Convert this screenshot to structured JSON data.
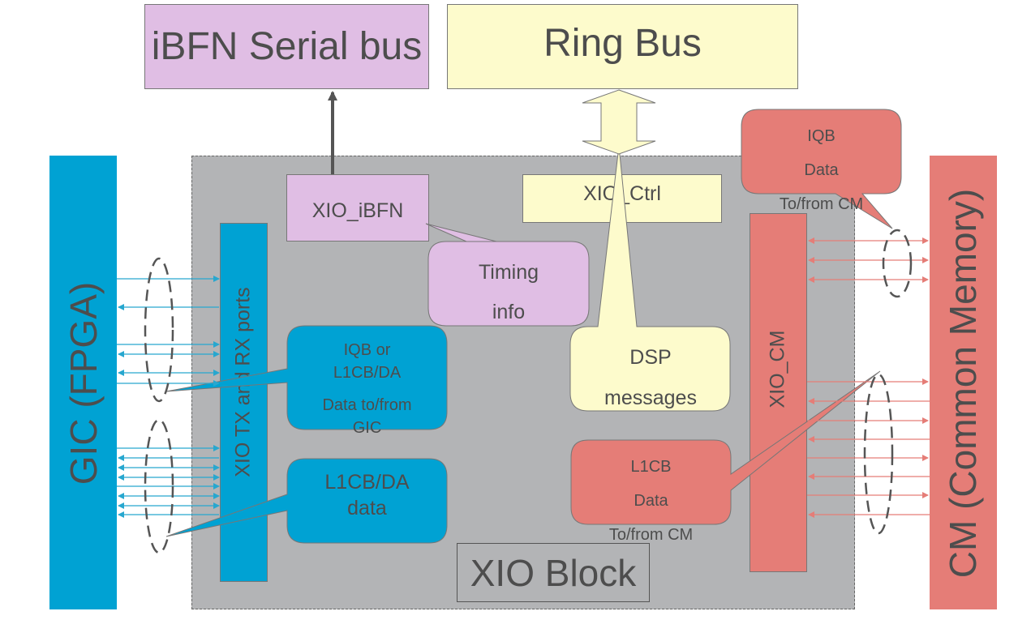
{
  "colors": {
    "ibfn": "#e0bee4",
    "ring": "#fdfbcc",
    "gic": "#00a2d3",
    "cm": "#e57d77",
    "xio_block": "#b3b4b6",
    "arrow_blue": "#27a7cf",
    "arrow_red": "#e57d77",
    "text": "#4d4d4d"
  },
  "ibfn_serial_bus": "iBFN Serial bus",
  "ring_bus": "Ring Bus",
  "gic": "GIC (FPGA)",
  "cm": "CM (Common Memory)",
  "xio_block": "XIO Block",
  "xio_ibfn": "XIO_iBFN",
  "xio_ctrl": "XIO_Ctrl",
  "xio_ports": "XIO TX and RX ports",
  "xio_cm": "XIO_CM",
  "callouts": {
    "timing": [
      "Timing",
      "info"
    ],
    "dsp": [
      "DSP",
      "messages"
    ],
    "iqb_gic": [
      "IQB or",
      "L1CB/DA",
      "Data to/from",
      "GIC"
    ],
    "l1cb_da": [
      "L1CB/DA",
      "data"
    ],
    "iqb_cm": [
      "IQB",
      "Data",
      "To/from CM"
    ],
    "l1cb_cm": [
      "L1CB",
      "Data",
      "To/from CM"
    ]
  }
}
